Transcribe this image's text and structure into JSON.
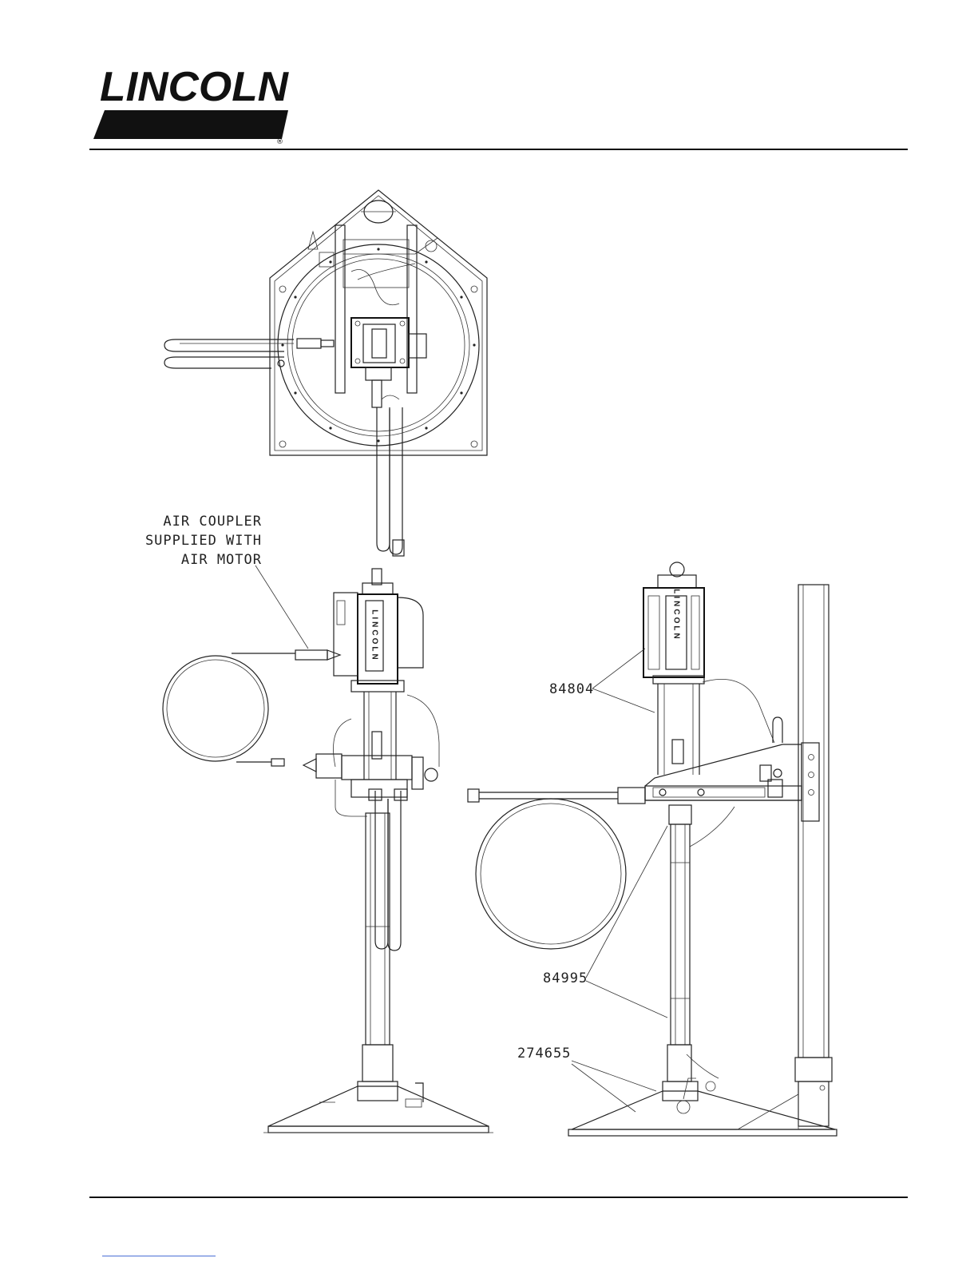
{
  "brand": {
    "logo_text": "LINCOLN",
    "registered_mark": "®"
  },
  "callouts": {
    "air_coupler": [
      "AIR COUPLER",
      "SUPPLIED WITH",
      "AIR MOTOR"
    ],
    "part_84804": "84804",
    "part_84995": "84995",
    "part_274655": "274655"
  },
  "pump_label": "LINCOLN",
  "colors": {
    "ink": "#111111",
    "link": "#4a6fd6"
  }
}
